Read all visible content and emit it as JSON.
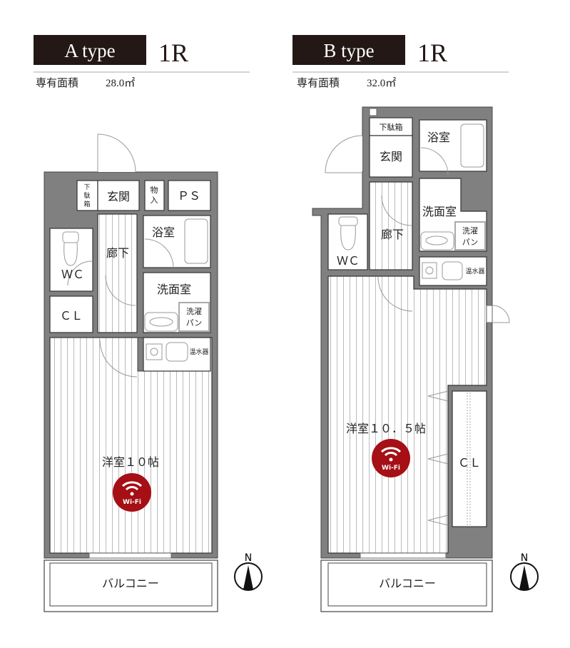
{
  "plans": [
    {
      "type_label": "A type",
      "layout": "1R",
      "area_label": "専有面積",
      "area_value": "28.0㎡",
      "rooms": {
        "geta1": "下",
        "geta2": "駄",
        "geta3": "箱",
        "genkan": "玄関",
        "mono1": "物",
        "mono2": "入",
        "ps": "ＰＳ",
        "yoku": "浴室",
        "roka": "廊下",
        "wc": "ＷＣ",
        "senmen": "洗面室",
        "cl": "ＣＬ",
        "sentaku1": "洗濯",
        "sentaku2": "パン",
        "onsui": "温水器",
        "yoshitsu": "洋室１０帖",
        "balcony": "バルコニー"
      },
      "wifi": "Wi-Fi",
      "north": "N"
    },
    {
      "type_label": "B type",
      "layout": "1R",
      "area_label": "専有面積",
      "area_value": "32.0㎡",
      "rooms": {
        "geta": "下駄箱",
        "genkan": "玄関",
        "yoku": "浴室",
        "senmen": "洗面室",
        "roka": "廊下",
        "wc": "ＷＣ",
        "sentaku1": "洗濯",
        "sentaku2": "パン",
        "onsui": "温水器",
        "yoshitsu": "洋室１０．５帖",
        "cl": "ＣＬ",
        "balcony": "バルコニー"
      },
      "wifi": "Wi-Fi",
      "north": "N"
    }
  ],
  "colors": {
    "header_bg": "#231815",
    "wifi": "#a50f15",
    "wall": "#808080"
  }
}
